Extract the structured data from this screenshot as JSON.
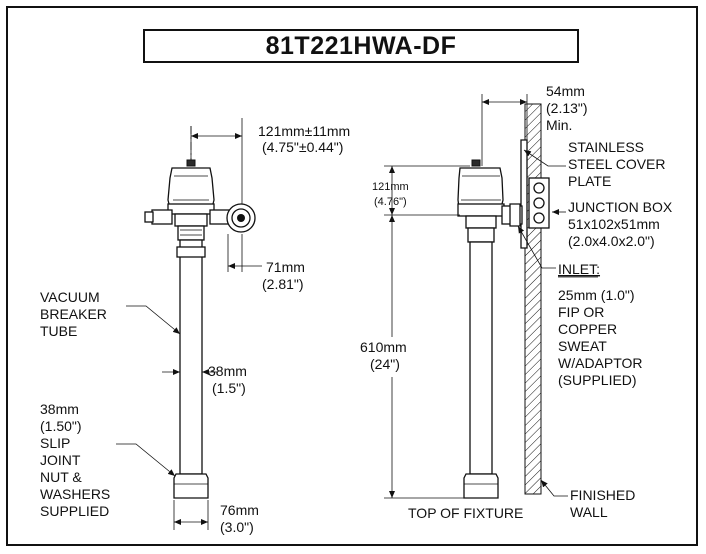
{
  "title": "81T221HWA-DF",
  "front_view": {
    "dim_width": [
      "121mm±11mm",
      "(4.75\"±0.44\")"
    ],
    "dim_side": [
      "71mm",
      "(2.81\")"
    ],
    "label_tube": [
      "VACUUM",
      "BREAKER",
      "TUBE"
    ],
    "dim_tube": [
      "38mm",
      "(1.5\")"
    ],
    "label_nut": [
      "38mm",
      "(1.50\")",
      "SLIP",
      "JOINT",
      "NUT &",
      "WASHERS",
      "SUPPLIED"
    ],
    "dim_base": [
      "76mm",
      "(3.0\")"
    ]
  },
  "side_view": {
    "dim_wall": [
      "54mm",
      "(2.13\")",
      "Min."
    ],
    "label_cover": [
      "STAINLESS",
      "STEEL COVER",
      "PLATE"
    ],
    "dim_head": [
      "121mm",
      "(4.76\")"
    ],
    "label_junction": [
      "JUNCTION BOX",
      "51x102x51mm",
      "(2.0x4.0x2.0\")"
    ],
    "label_inlet_title": "INLET:",
    "label_inlet": [
      "25mm (1.0\")",
      "FIP OR",
      "COPPER",
      "SWEAT",
      "W/ADAPTOR",
      "(SUPPLIED)"
    ],
    "dim_height": [
      "610mm",
      "(24\")"
    ],
    "label_fixture": "TOP OF FIXTURE",
    "label_wall": [
      "FINISHED",
      "WALL"
    ]
  }
}
